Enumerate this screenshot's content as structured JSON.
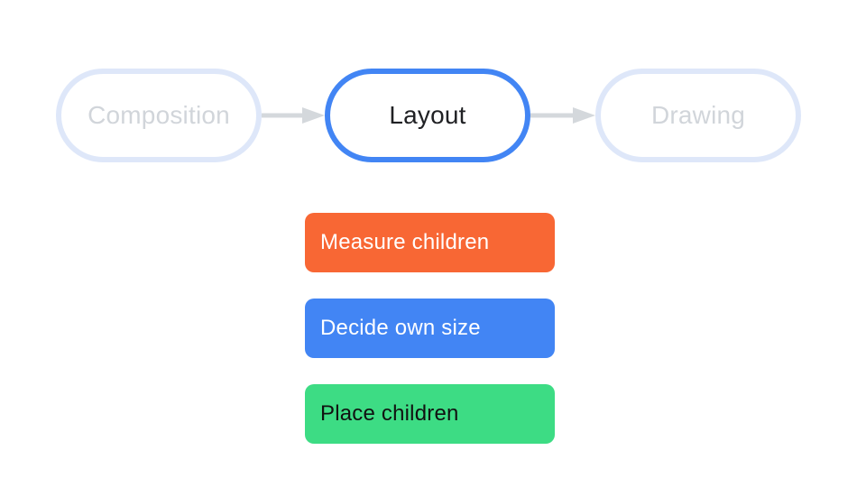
{
  "stepper": {
    "steps": [
      {
        "label": "Composition",
        "state": "inactive"
      },
      {
        "label": "Layout",
        "state": "active"
      },
      {
        "label": "Drawing",
        "state": "inactive"
      }
    ],
    "arrow_icon": "arrow-right"
  },
  "boxes": [
    {
      "label": "Measure children",
      "bg": "#F86734",
      "text_color": "#FFFFFF"
    },
    {
      "label": "Decide own size",
      "bg": "#4285F4",
      "text_color": "#FFFFFF"
    },
    {
      "label": "Place children",
      "bg": "#3DDC84",
      "text_color": "#111111"
    }
  ],
  "colors": {
    "background": "#FFFFFF",
    "active_step_border": "#4285F4",
    "active_step_text": "#202124",
    "inactive_step_border": "#DEE7F9",
    "inactive_step_text": "#D1D5DA",
    "arrow": "#D4D8DC"
  }
}
